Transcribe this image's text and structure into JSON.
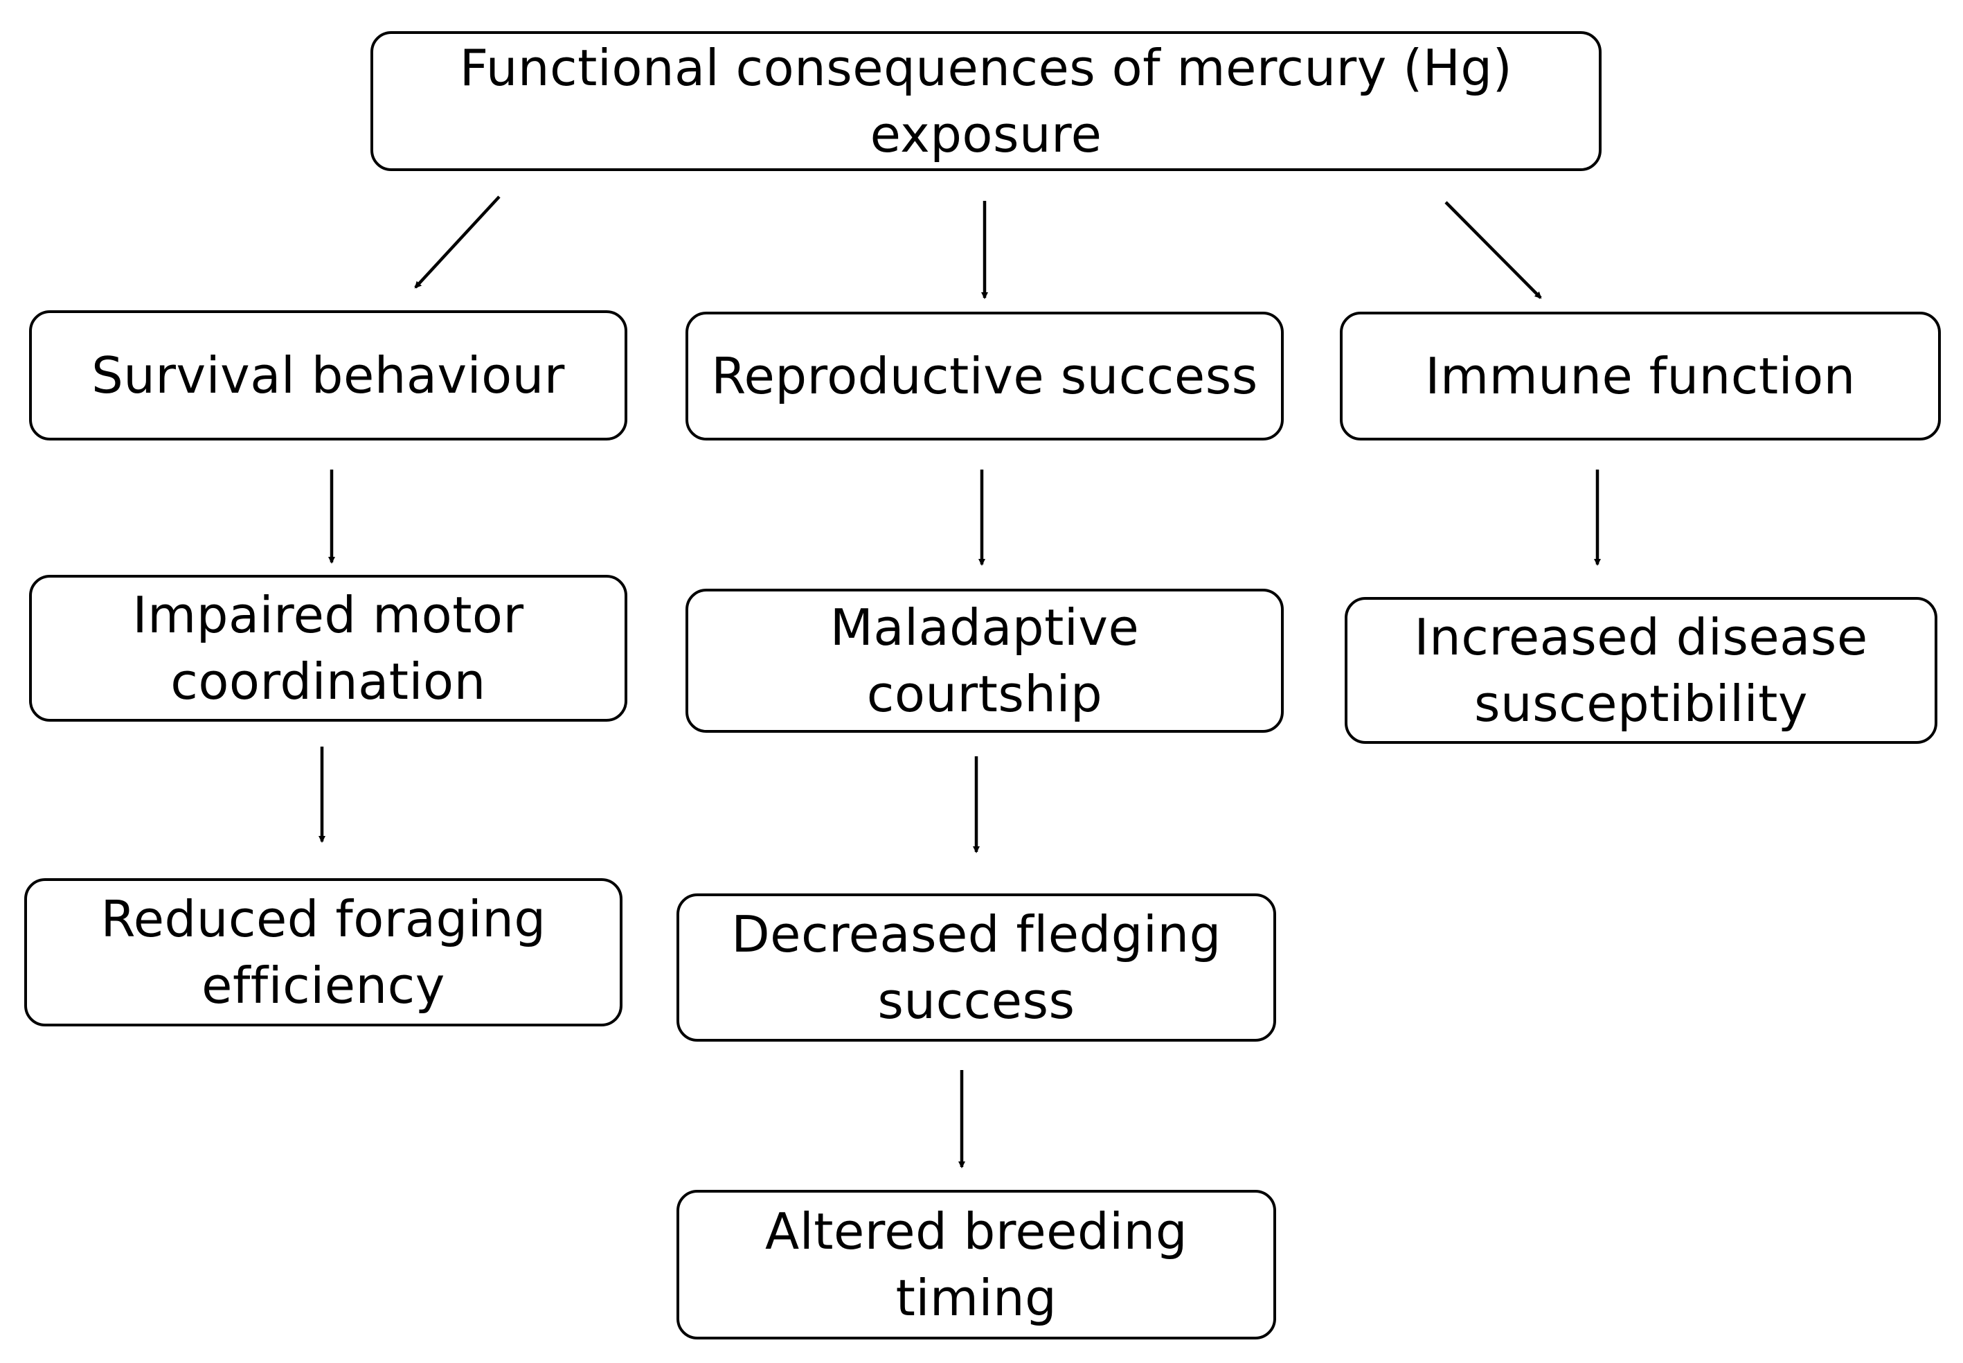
{
  "diagram": {
    "root": {
      "lines": [
        "Functional consequences of mercury (Hg)",
        "exposure"
      ]
    },
    "branches": [
      {
        "label": "Survival behaviour",
        "effects": [
          {
            "lines": [
              "Impaired motor",
              "coordination"
            ]
          },
          {
            "lines": [
              "Reduced foraging",
              "efficiency"
            ]
          }
        ]
      },
      {
        "label": "Reproductive success",
        "effects": [
          {
            "lines": [
              "Maladaptive",
              "courtship"
            ]
          },
          {
            "lines": [
              "Decreased fledging",
              "success"
            ]
          },
          {
            "lines": [
              "Altered breeding",
              "timing"
            ]
          }
        ]
      },
      {
        "label": "Immune function",
        "effects": [
          {
            "lines": [
              "Increased disease",
              "susceptibility"
            ]
          }
        ]
      }
    ]
  },
  "colors": {
    "stroke": "#000000",
    "fill": "#ffffff",
    "text": "#000000"
  }
}
